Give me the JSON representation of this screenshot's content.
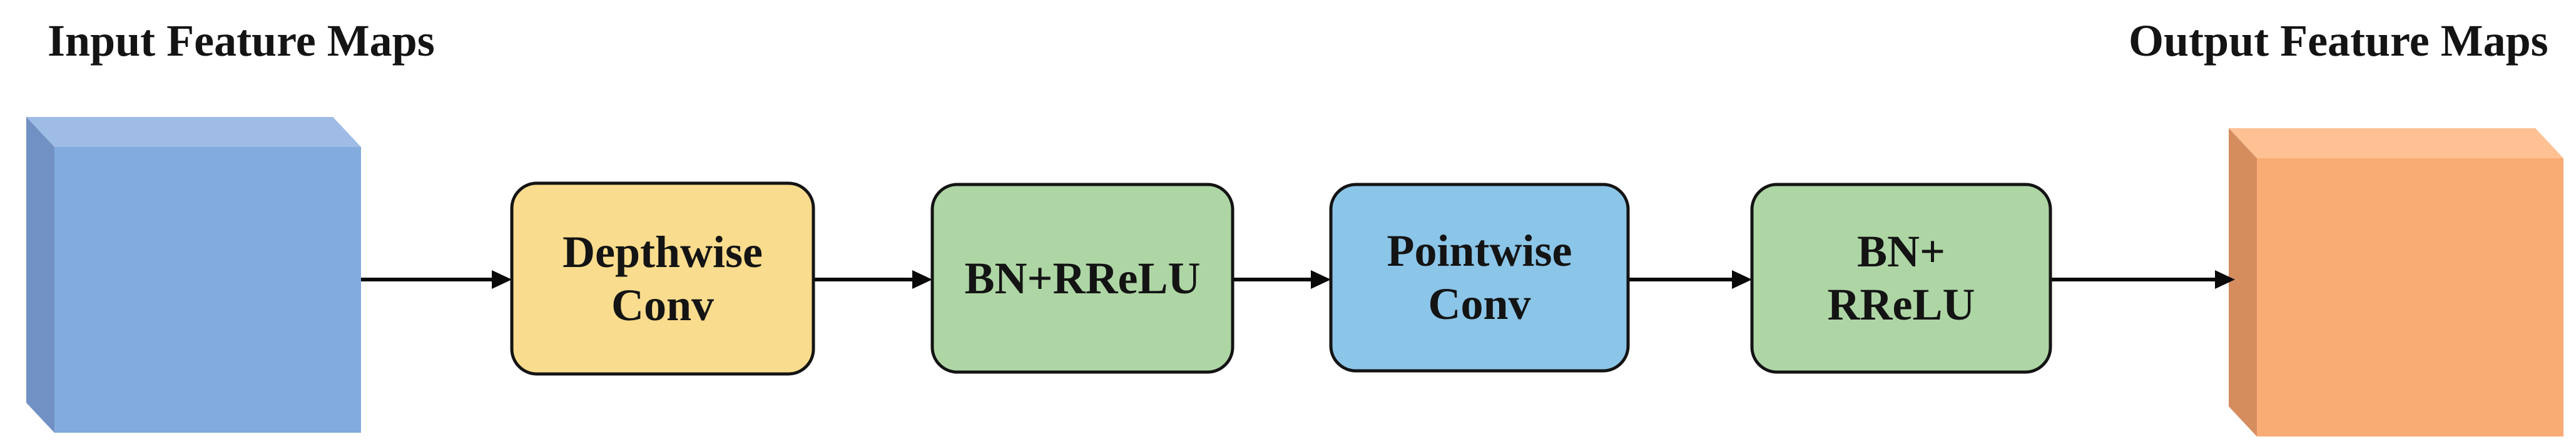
{
  "titles": {
    "input": "Input Feature Maps",
    "output": "Output Feature Maps"
  },
  "blocks": [
    {
      "name": "depthwise-conv",
      "lines": [
        "Depthwise",
        "Conv"
      ],
      "fill": "#F9DC8D"
    },
    {
      "name": "bn-rrelu-1",
      "lines": [
        "BN+RReLU"
      ],
      "fill": "#AED6A5"
    },
    {
      "name": "pointwise-conv",
      "lines": [
        "Pointwise",
        "Conv"
      ],
      "fill": "#8BC5E8"
    },
    {
      "name": "bn-rrelu-2",
      "lines": [
        "BN+",
        "RReLU"
      ],
      "fill": "#AED6A5"
    }
  ],
  "cubes": {
    "input": {
      "label": "input-feature-maps-cube",
      "front": "#82ABDE",
      "top": "#9FBCE6",
      "side": "#7191C4"
    },
    "output": {
      "label": "output-feature-maps-cube",
      "front": "#FAAC75",
      "top": "#FFC194",
      "side": "#D68D5E"
    }
  },
  "colors": {
    "arrow": "#0a0a0a",
    "box_border": "#141414",
    "text": "#141414",
    "background": "#ffffff"
  }
}
